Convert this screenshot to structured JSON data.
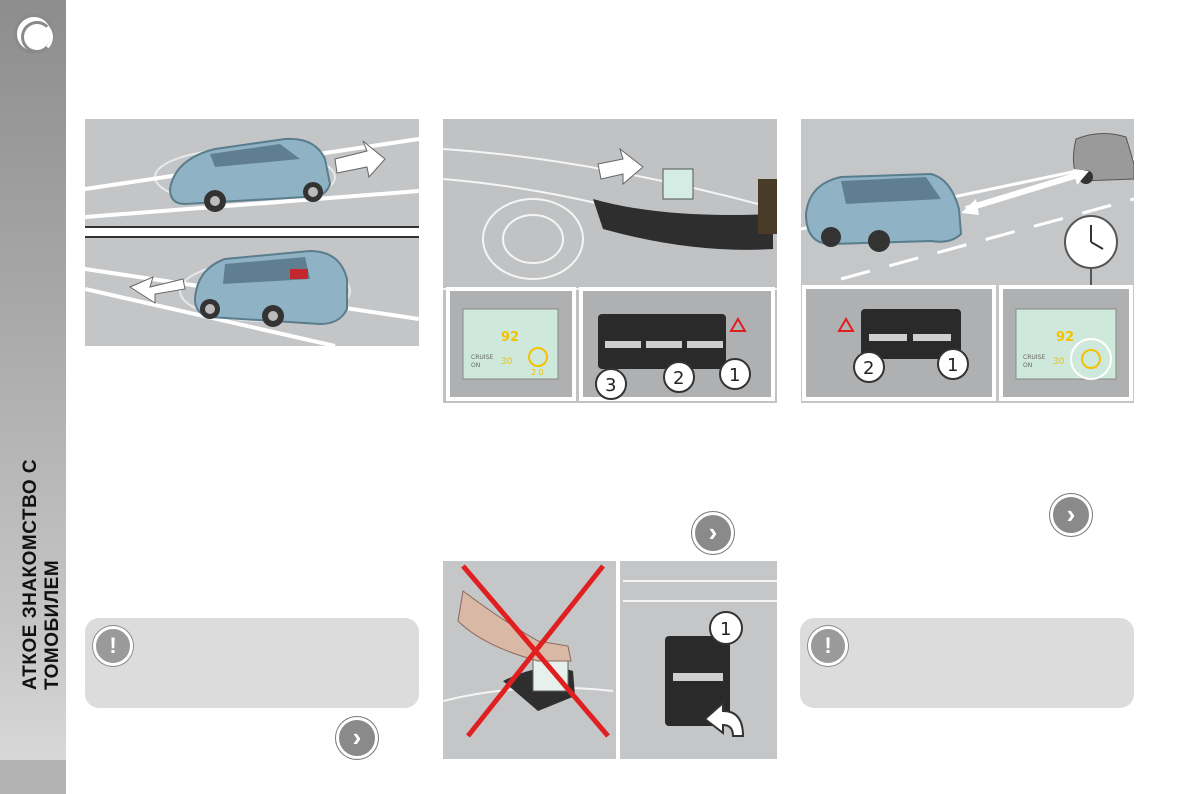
{
  "section_tab": {
    "title_line1": "АТКОЕ ЗНАКОМСТВО С",
    "title_line2": "ТОМОБИЛЕМ"
  },
  "figures": {
    "dashboard": {
      "display_speed": "92",
      "display_distance": "30",
      "display_time": "2.0",
      "display_label_cruise": "CRUISE",
      "display_label_on": "ON",
      "callouts": [
        "3",
        "2",
        "1"
      ]
    },
    "hand_warning": {
      "callouts": [
        "1"
      ]
    },
    "distance_alert": {
      "display_speed": "92",
      "display_distance": "30",
      "display_label_cruise": "CRUISE",
      "display_label_on": "ON",
      "callouts": [
        "2",
        "1"
      ]
    }
  },
  "icons": {
    "warning": "exclamation-icon",
    "next": "chevron-right-icon"
  },
  "glyphs": {
    "warning": "!",
    "next": "›"
  },
  "colors": {
    "tab_gray": "#a9a9a9",
    "note_bg": "#dcdcdc",
    "car_body": "#8fb3c4",
    "hud_green": "#cfe8dc",
    "hud_yellow": "#f2c200",
    "red_cross": "#e02020"
  }
}
